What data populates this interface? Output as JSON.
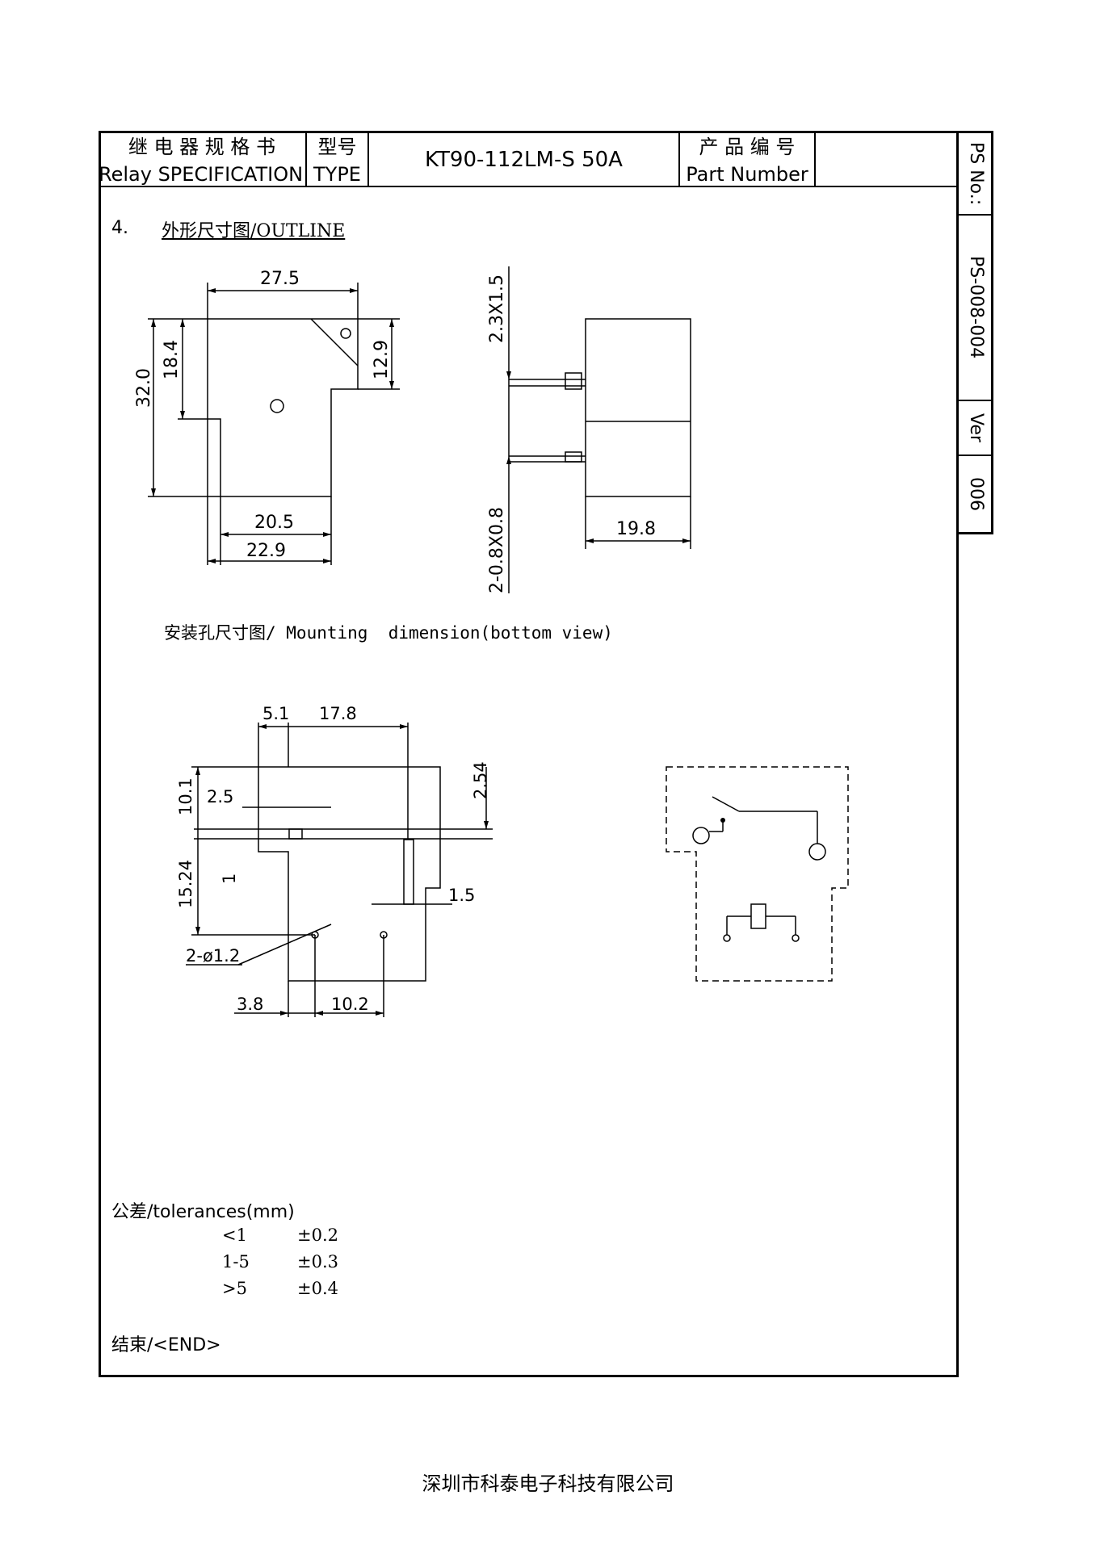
{
  "header": {
    "spec_cn": "继 电 器 规 格 书",
    "spec_en": "Relay SPECIFICATION",
    "type_cn": "型号",
    "type_en": "TYPE",
    "model": "KT90-112LM-S 50A",
    "pn_cn": "产 品 编 号",
    "pn_en": "Part Number",
    "pn_value": ""
  },
  "side": {
    "ps_label": "PS No.:",
    "ps_value": "PS-008-004",
    "ver_label": "Ver",
    "ver_value": "006"
  },
  "section": {
    "number": "4.",
    "title": "外形尺寸图/OUTLINE"
  },
  "outline_dims": {
    "top_width": "27.5",
    "height": "32.0",
    "upper": "18.4",
    "right": "12.9",
    "bottom_inner": "20.5",
    "bottom_outer": "22.9",
    "pin_top": "2.3X1.5",
    "pin_bottom": "2-0.8X0.8",
    "side_width": "19.8"
  },
  "mounting": {
    "title": "安装孔尺寸图/ Mounting  dimension(bottom view)",
    "d_5_1": "5.1",
    "d_17_8": "17.8",
    "d_2_54": "2.54",
    "d_10_1": "10.1",
    "d_2_5": "2.5",
    "d_15_24": "15.24",
    "d_1": "1",
    "d_1_5": "1.5",
    "d_hole": "2-ø1.2",
    "d_3_8": "3.8",
    "d_10_2": "10.2"
  },
  "tolerances": {
    "title": "公差/tolerances(mm)",
    "rows": [
      {
        "range": "<1",
        "tol": "±0.2"
      },
      {
        "range": "1-5",
        "tol": "±0.3"
      },
      {
        "range": ">5",
        "tol": "±0.4"
      }
    ]
  },
  "end_label": "结束/<END>",
  "footer_company": "深圳市科泰电子科技有限公司"
}
